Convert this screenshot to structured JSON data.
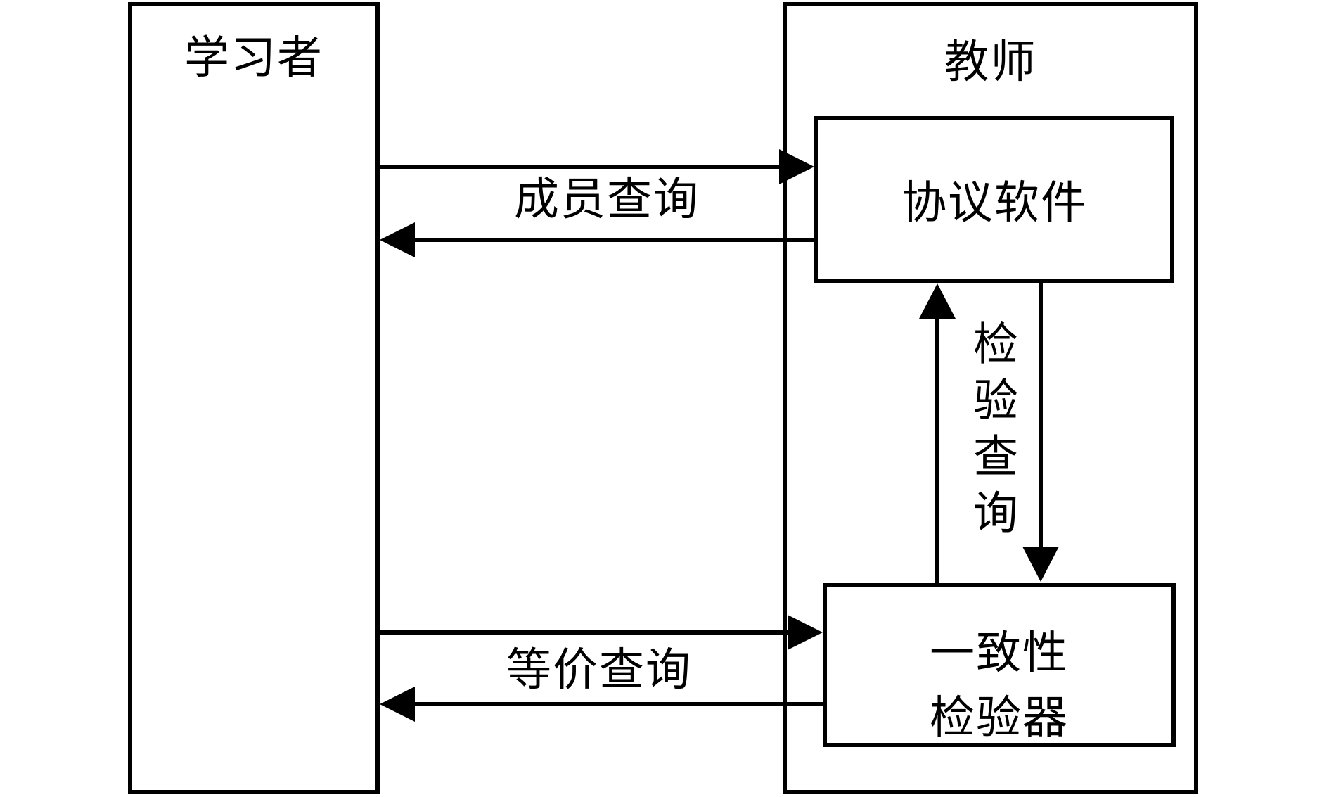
{
  "diagram": {
    "background_color": "#ffffff",
    "line_color": "#000000",
    "nodes": {
      "learner": {
        "label": "学习者"
      },
      "teacher": {
        "label": "教师"
      },
      "protocol": {
        "label": "协议软件"
      },
      "checker": {
        "label_line1": "一致性",
        "label_line2": "检验器"
      }
    },
    "edges": {
      "membership": {
        "label": "成员查询",
        "from": "学习者",
        "to": "协议软件",
        "direction": "bidirectional"
      },
      "equivalence": {
        "label": "等价查询",
        "from": "学习者",
        "to": "一致性检验器",
        "direction": "bidirectional"
      },
      "verification": {
        "label": "检验查询",
        "from": "一致性检验器",
        "to": "协议软件",
        "direction": "bidirectional"
      }
    }
  }
}
